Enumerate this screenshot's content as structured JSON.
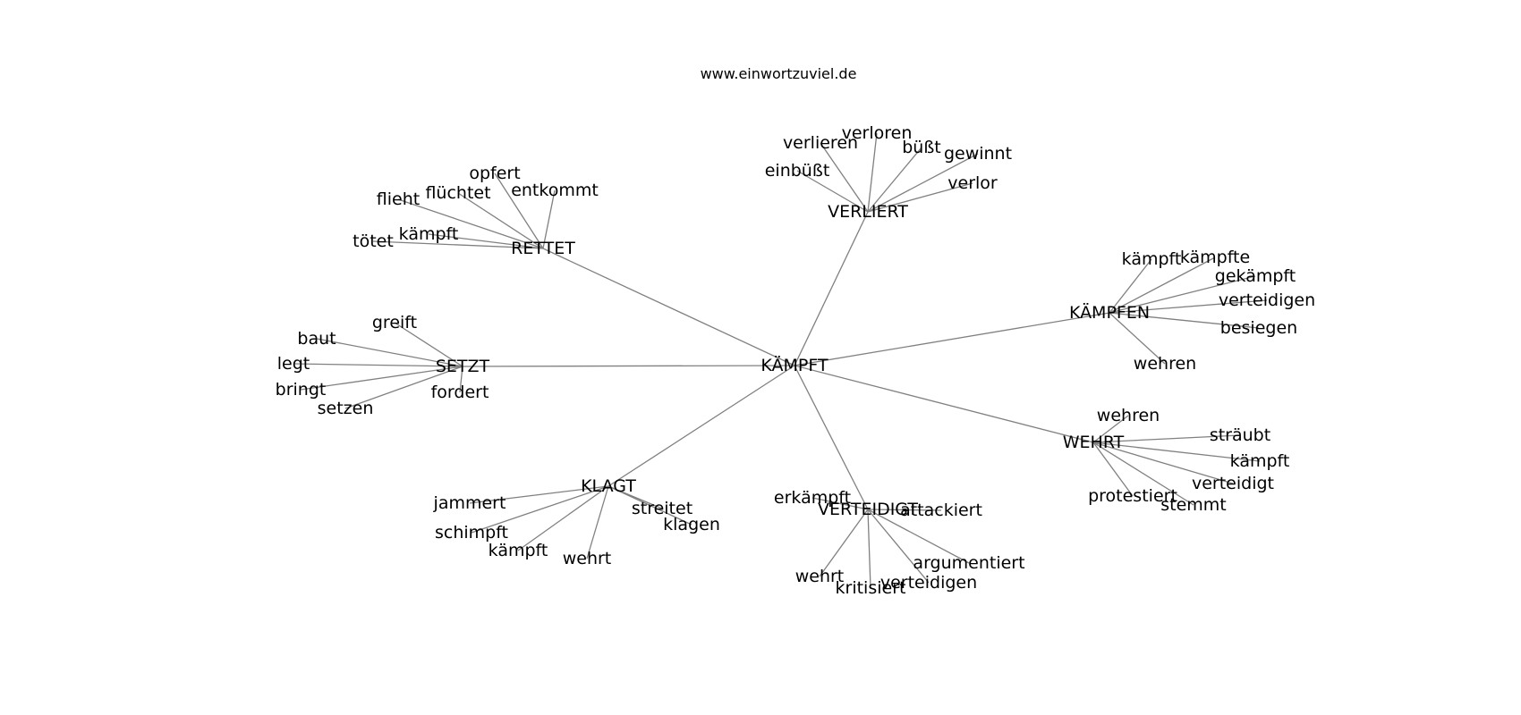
{
  "source": "www.einwortzuviel.de",
  "root": "KÄMPFT",
  "clusters": [
    {
      "label": "RETTET",
      "words": [
        "opfert",
        "entkommt",
        "flüchtet",
        "flieht",
        "kämpft",
        "tötet"
      ]
    },
    {
      "label": "VERLIERT",
      "words": [
        "verloren",
        "verlieren",
        "büßt",
        "gewinnt",
        "einbüßt",
        "verlor"
      ]
    },
    {
      "label": "KÄMPFEN",
      "words": [
        "kämpft",
        "kämpfte",
        "gekämpft",
        "verteidigen",
        "besiegen",
        "wehren"
      ]
    },
    {
      "label": "SETZT",
      "words": [
        "greift",
        "baut",
        "legt",
        "bringt",
        "setzen",
        "fordert"
      ]
    },
    {
      "label": "WEHRT",
      "words": [
        "wehren",
        "sträubt",
        "kämpft",
        "verteidigt",
        "protestiert",
        "stemmt"
      ]
    },
    {
      "label": "KLAGT",
      "words": [
        "jammert",
        "streitet",
        "schimpft",
        "klagen",
        "kämpft",
        "wehrt"
      ]
    },
    {
      "label": "VERTEIDIGT",
      "words": [
        "erkämpft",
        "attackiert",
        "argumentiert",
        "wehrt",
        "verteidigen",
        "kritisiert"
      ]
    }
  ]
}
